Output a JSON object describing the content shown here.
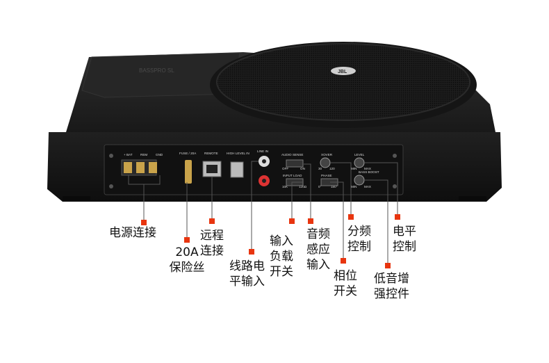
{
  "product": {
    "grille_logo": "JBL",
    "model_plate": "BASSPRO SL",
    "accent_color": "#e8350f",
    "body_color": "#1b1b1b"
  },
  "panel": {
    "terminals": [
      "+ BAT",
      "REM",
      "GND"
    ],
    "fuse": "FUSE / 20A",
    "remote": "REMOTE",
    "high_level": "HIGH\nLEVEL\nIN",
    "line_in": "LINE IN",
    "audio_sense": "AUDIO SENSE",
    "audio_sense_off": "OFF",
    "audio_sense_on": "ON",
    "input_load": "INPUT LOAD",
    "input_load_low": "10K",
    "input_load_high": "120Ω",
    "xover": "XOVER",
    "xover_min": "30",
    "xover_max": "120",
    "phase": "PHASE",
    "phase_min": "0°",
    "phase_max": "180°",
    "level": "LEVEL",
    "level_min": "MIN",
    "level_max": "MAX",
    "bass_boost": "BASS BOOST",
    "bass_boost_min": "MIN",
    "bass_boost_max": "MAX"
  },
  "callouts": [
    {
      "id": "power",
      "text": "电源连接"
    },
    {
      "id": "fuse",
      "text": "20A\n保险丝"
    },
    {
      "id": "remote",
      "text": "远程\n连接"
    },
    {
      "id": "line-in",
      "text": "线路电\n平输入"
    },
    {
      "id": "input-load",
      "text": "输入\n负载\n开关"
    },
    {
      "id": "audio-sense",
      "text": "音频\n感应\n输入"
    },
    {
      "id": "phase",
      "text": "相位\n开关"
    },
    {
      "id": "xover",
      "text": "分频\n控制"
    },
    {
      "id": "level",
      "text": "电平\n控制"
    },
    {
      "id": "bass-boost",
      "text": "低音增\n强控件"
    }
  ]
}
